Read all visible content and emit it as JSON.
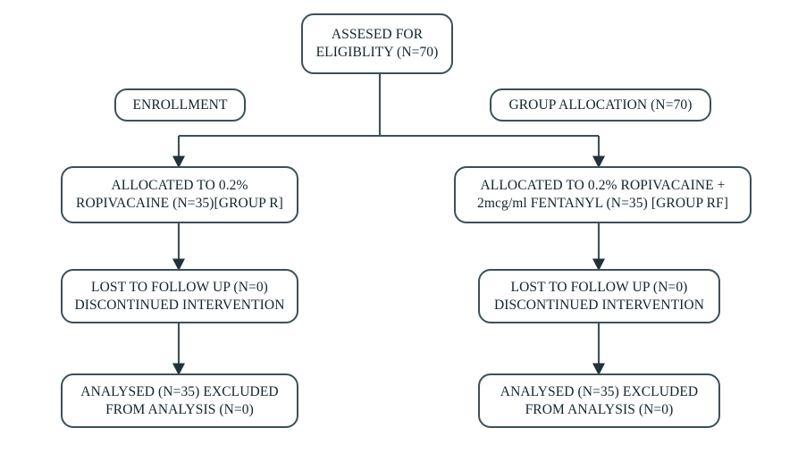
{
  "diagram": {
    "title": "CONSORT participant flow diagram",
    "stroke_color": "#3c5059",
    "text_color": "#12242c",
    "background": "#ffffff",
    "nodes": {
      "assessed": "ASSESED FOR\nELIGIBLITY (N=70)",
      "enrollment": "ENROLLMENT",
      "group_allocation": "GROUP ALLOCATION (N=70)",
      "allocated_r": "ALLOCATED TO 0.2%\nROPIVACAINE (N=35)[GROUP R]",
      "allocated_rf": "ALLOCATED TO 0.2% ROPIVACAINE +\n2mcg/ml FENTANYL (N=35) [GROUP RF]",
      "lost_r": "LOST TO FOLLOW UP (N=0)\nDISCONTINUED INTERVENTION",
      "lost_rf": "LOST TO FOLLOW UP (N=0)\nDISCONTINUED INTERVENTION",
      "analysed_r": "ANALYSED (N=35) EXCLUDED\nFROM ANALYSIS (N=0)",
      "analysed_rf": "ANALYSED (N=35) EXCLUDED\nFROM ANALYSIS (N=0)"
    }
  }
}
